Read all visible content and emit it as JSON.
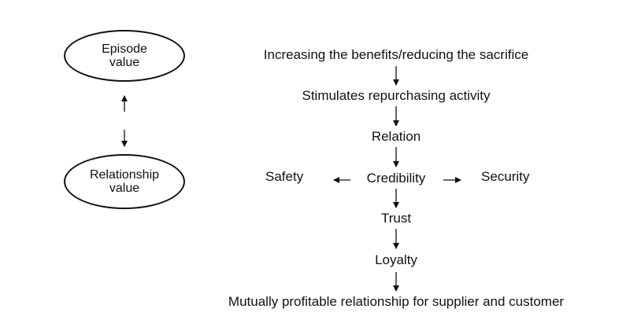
{
  "left": {
    "episode": {
      "line1": "Episode",
      "line2": "value"
    },
    "relationship": {
      "line1": "Relationship",
      "line2": "value"
    }
  },
  "flow": {
    "step1": "Increasing the benefits/reducing the sacrifice",
    "step2": "Stimulates repurchasing activity",
    "step3": "Relation",
    "step4": "Credibility",
    "left_branch": "Safety",
    "right_branch": "Security",
    "step5": "Trust",
    "step6": "Loyalty",
    "step7": "Mutually profitable relationship for supplier and customer"
  }
}
